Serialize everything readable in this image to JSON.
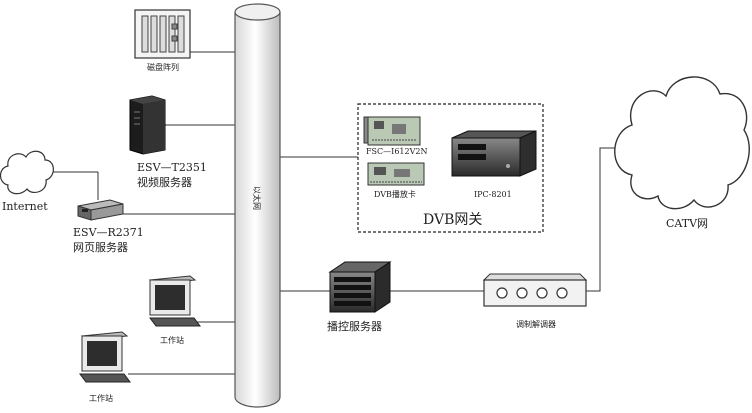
{
  "labels": {
    "disk_array": "磁盘阵列",
    "video_server_model": "ESV—T2351",
    "video_server_name": "视频服务器",
    "internet": "Internet",
    "web_server_model": "ESV—R2371",
    "web_server_name": "网页服务器",
    "ethernet": "以太网",
    "card_fsc": "FSC—I612V2N",
    "card_dvb": "DVB播放卡",
    "ipc": "IPC-8201",
    "dvb_gateway": "DVB网关",
    "playout_server": "播控服务器",
    "modulator": "调制解调器",
    "catv": "CATV网",
    "workstation_1": "工作站",
    "workstation_2": "工作站"
  }
}
